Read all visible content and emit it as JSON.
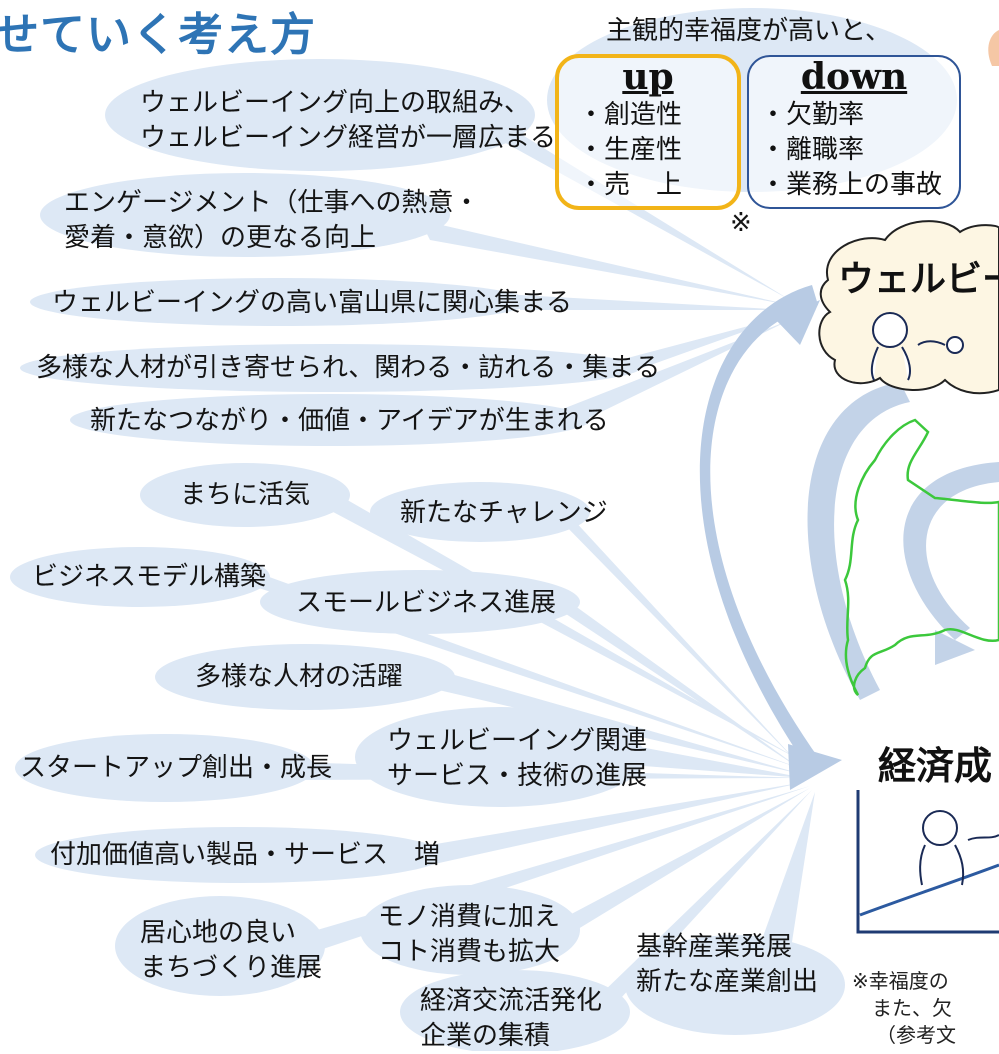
{
  "title": "せていく考え方",
  "header": "主観的幸福度が高いと、",
  "up_box": {
    "label": "up",
    "items": [
      "・創造性",
      "・生産性",
      "・売　上"
    ],
    "color": "#f2b418"
  },
  "down_box": {
    "label": "down",
    "items": [
      "・欠勤率",
      "・離職率",
      "・業務上の事故"
    ],
    "color": "#2f5597"
  },
  "asterisk": "※",
  "bubbles": [
    "ウェルビーイング向上の取組み、\nウェルビーイング経営が一層広まる",
    "エンゲージメント（仕事への熱意・\n愛着・意欲）の更なる向上",
    "ウェルビーイングの高い富山県に関心集まる",
    "多様な人材が引き寄せられ、関わる・訪れる・集まる",
    "新たなつながり・価値・アイデアが生まれる",
    "まちに活気",
    "新たなチャレンジ",
    "ビジネスモデル構築",
    "スモールビジネス進展",
    "多様な人材の活躍",
    "スタートアップ創出・成長",
    "ウェルビーイング関連\nサービス・技術の進展",
    "付加価値高い製品・サービス　増",
    "居心地の良い\nまちづくり進展",
    "モノ消費に加え\nコト消費も拡大",
    "経済交流活発化\n企業の集積",
    "基幹産業発展\n新たな産業創出"
  ],
  "wellbeing_label": "ウェルビー",
  "economy_label": "経済成",
  "footnote": [
    "※幸福度の",
    "また、欠",
    "（参考文"
  ],
  "colors": {
    "title": "#2e74b5",
    "bubble": "#dde8f5",
    "arrow": "#b8cbe4",
    "map": "#3cc83c"
  }
}
